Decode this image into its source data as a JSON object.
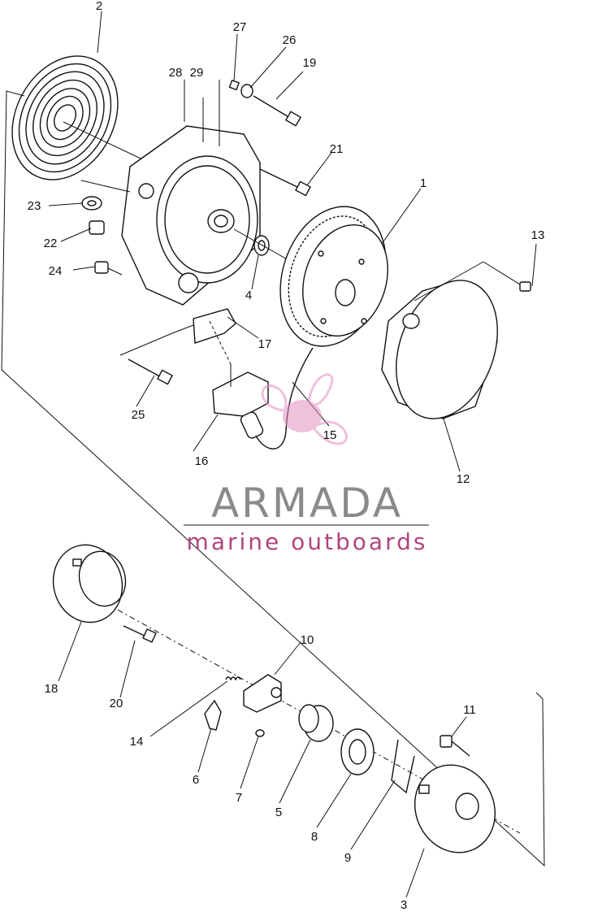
{
  "diagram": {
    "callouts": [
      "1",
      "2",
      "3",
      "4",
      "5",
      "6",
      "7",
      "8",
      "9",
      "10",
      "11",
      "12",
      "13",
      "14",
      "15",
      "16",
      "17",
      "18",
      "19",
      "20",
      "21",
      "22",
      "23",
      "24",
      "25",
      "26",
      "27",
      "28",
      "29"
    ]
  },
  "watermark": {
    "brand": "ARMADA",
    "tagline": "marine outboards",
    "brand_color": "#8a8a8a",
    "accent_color": "#e38fc0"
  }
}
